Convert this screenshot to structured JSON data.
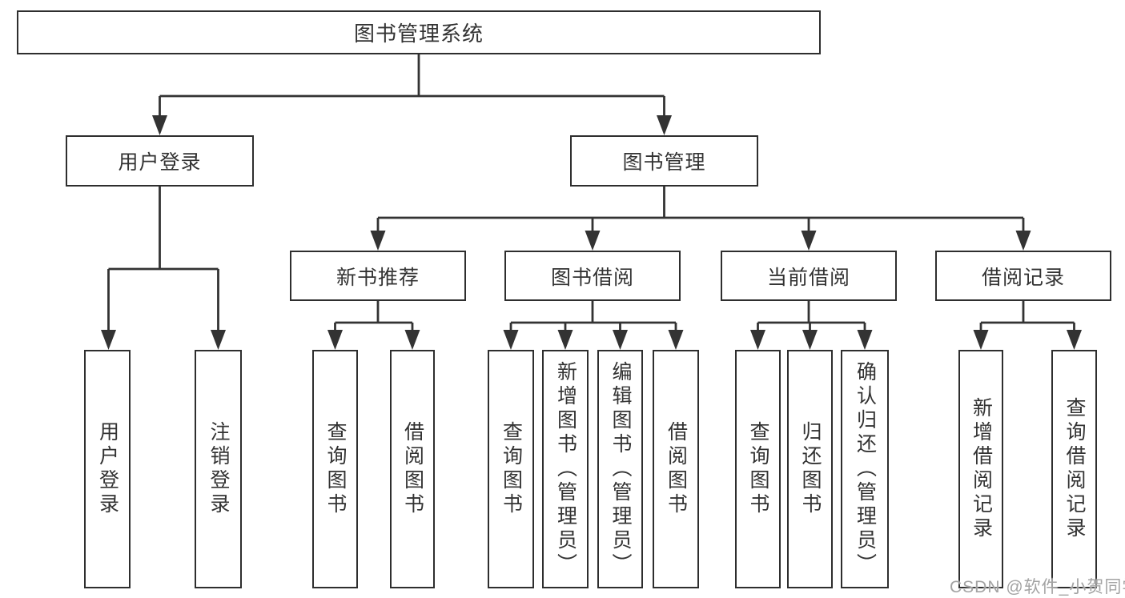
{
  "diagram": {
    "type": "hierarchy-tree",
    "colors": {
      "line": "#333333",
      "box_border": "#2e2e2e",
      "text": "#333333",
      "watermark": "#a3a3a3",
      "background": "#ffffff"
    },
    "tree": {
      "root": {
        "label": "图书管理系统",
        "children": [
          {
            "label": "用户登录",
            "children": [
              {
                "label": "用户登录"
              },
              {
                "label": "注销登录"
              }
            ]
          },
          {
            "label": "图书管理",
            "children": [
              {
                "label": "新书推荐",
                "children": [
                  {
                    "label": "查询图书"
                  },
                  {
                    "label": "借阅图书"
                  }
                ]
              },
              {
                "label": "图书借阅",
                "children": [
                  {
                    "label": "查询图书"
                  },
                  {
                    "label": "新增图书（管理员）"
                  },
                  {
                    "label": "编辑图书（管理员）"
                  },
                  {
                    "label": "借阅图书"
                  }
                ]
              },
              {
                "label": "当前借阅",
                "children": [
                  {
                    "label": "查询图书"
                  },
                  {
                    "label": "归还图书"
                  },
                  {
                    "label": "确认归还（管理员）"
                  }
                ]
              },
              {
                "label": "借阅记录",
                "children": [
                  {
                    "label": "新增借阅记录"
                  },
                  {
                    "label": "查询借阅记录"
                  }
                ]
              }
            ]
          }
        ]
      }
    }
  },
  "watermark": {
    "text": "CSDN @软件_小贺同学"
  }
}
